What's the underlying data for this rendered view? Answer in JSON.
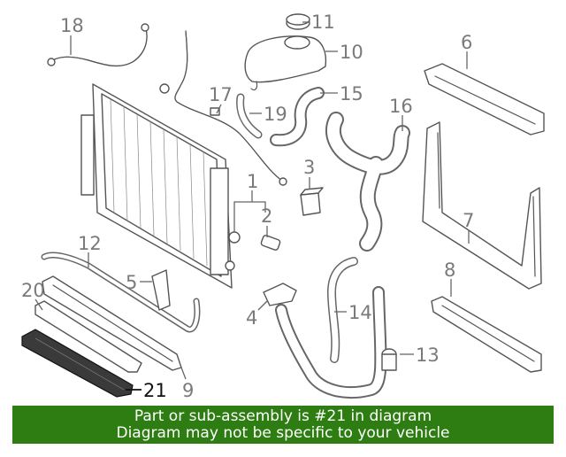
{
  "diagram": {
    "callouts": [
      "18",
      "11",
      "10",
      "6",
      "17",
      "15",
      "19",
      "16",
      "3",
      "1",
      "2",
      "7",
      "12",
      "5",
      "8",
      "20",
      "4",
      "14",
      "13",
      "9",
      "21"
    ],
    "highlighted_part": "21",
    "colors": {
      "banner_bg": "#2e7d12",
      "banner_text": "#ffffff",
      "highlight_part": "#3a3a3a",
      "part_stroke": "#555555",
      "callout_text": "#7a7a7a"
    }
  },
  "banner": {
    "line1": "Part or sub-assembly is #21 in diagram",
    "line2": "Diagram may not be specific to your vehicle"
  }
}
